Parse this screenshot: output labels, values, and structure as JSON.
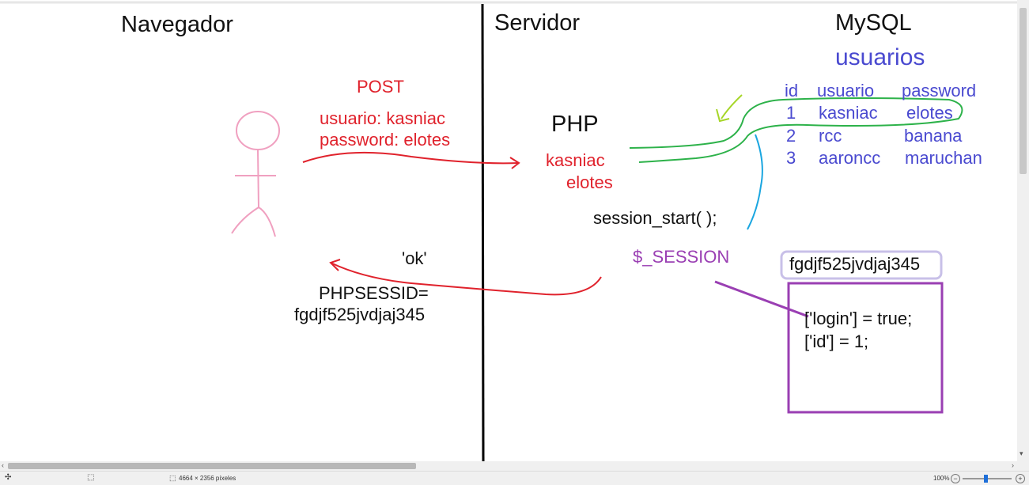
{
  "canvas": {
    "headings": {
      "navegador": "Navegador",
      "servidor": "Servidor",
      "mysql": "MySQL"
    },
    "browser_side": {
      "post_label": "POST",
      "post_usuario": "usuario: kasniac",
      "post_password": "password: elotes",
      "ok_label": "'ok'",
      "phpsessid_label": "PHPSESSID=",
      "phpsessid_value": "fgdjf525jvdjaj345"
    },
    "server_side": {
      "php_label": "PHP",
      "php_user": "kasniac",
      "php_pass": "elotes",
      "session_start": "session_start( );",
      "session_var": "$_SESSION",
      "session_id_box": "fgdjf525jvdjaj345",
      "session_login": "['login'] = true;",
      "session_id_line": "['id'] = 1;"
    },
    "db_table": {
      "name": "usuarios",
      "columns": [
        "id",
        "usuario",
        "password"
      ],
      "rows": [
        [
          "1",
          "kasniac",
          "elotes"
        ],
        [
          "2",
          "rcc",
          "banana"
        ],
        [
          "3",
          "aaroncc",
          "maruchan"
        ]
      ]
    },
    "colors": {
      "red": "#e0222c",
      "blue": "#4a4ad0",
      "purple": "#9a3fb3",
      "green": "#2db24a",
      "pink": "#f0a0c0",
      "cyan": "#1aa6e0",
      "lime": "#a6d628"
    }
  },
  "statusbar": {
    "dimensions": "4664 × 2356 píxeles",
    "zoom": "100%"
  },
  "icons": {
    "move": "move-icon",
    "select": "selection-icon",
    "size": "image-size-icon",
    "zoom_out": "zoom-out-icon",
    "zoom_in": "zoom-in-icon"
  }
}
